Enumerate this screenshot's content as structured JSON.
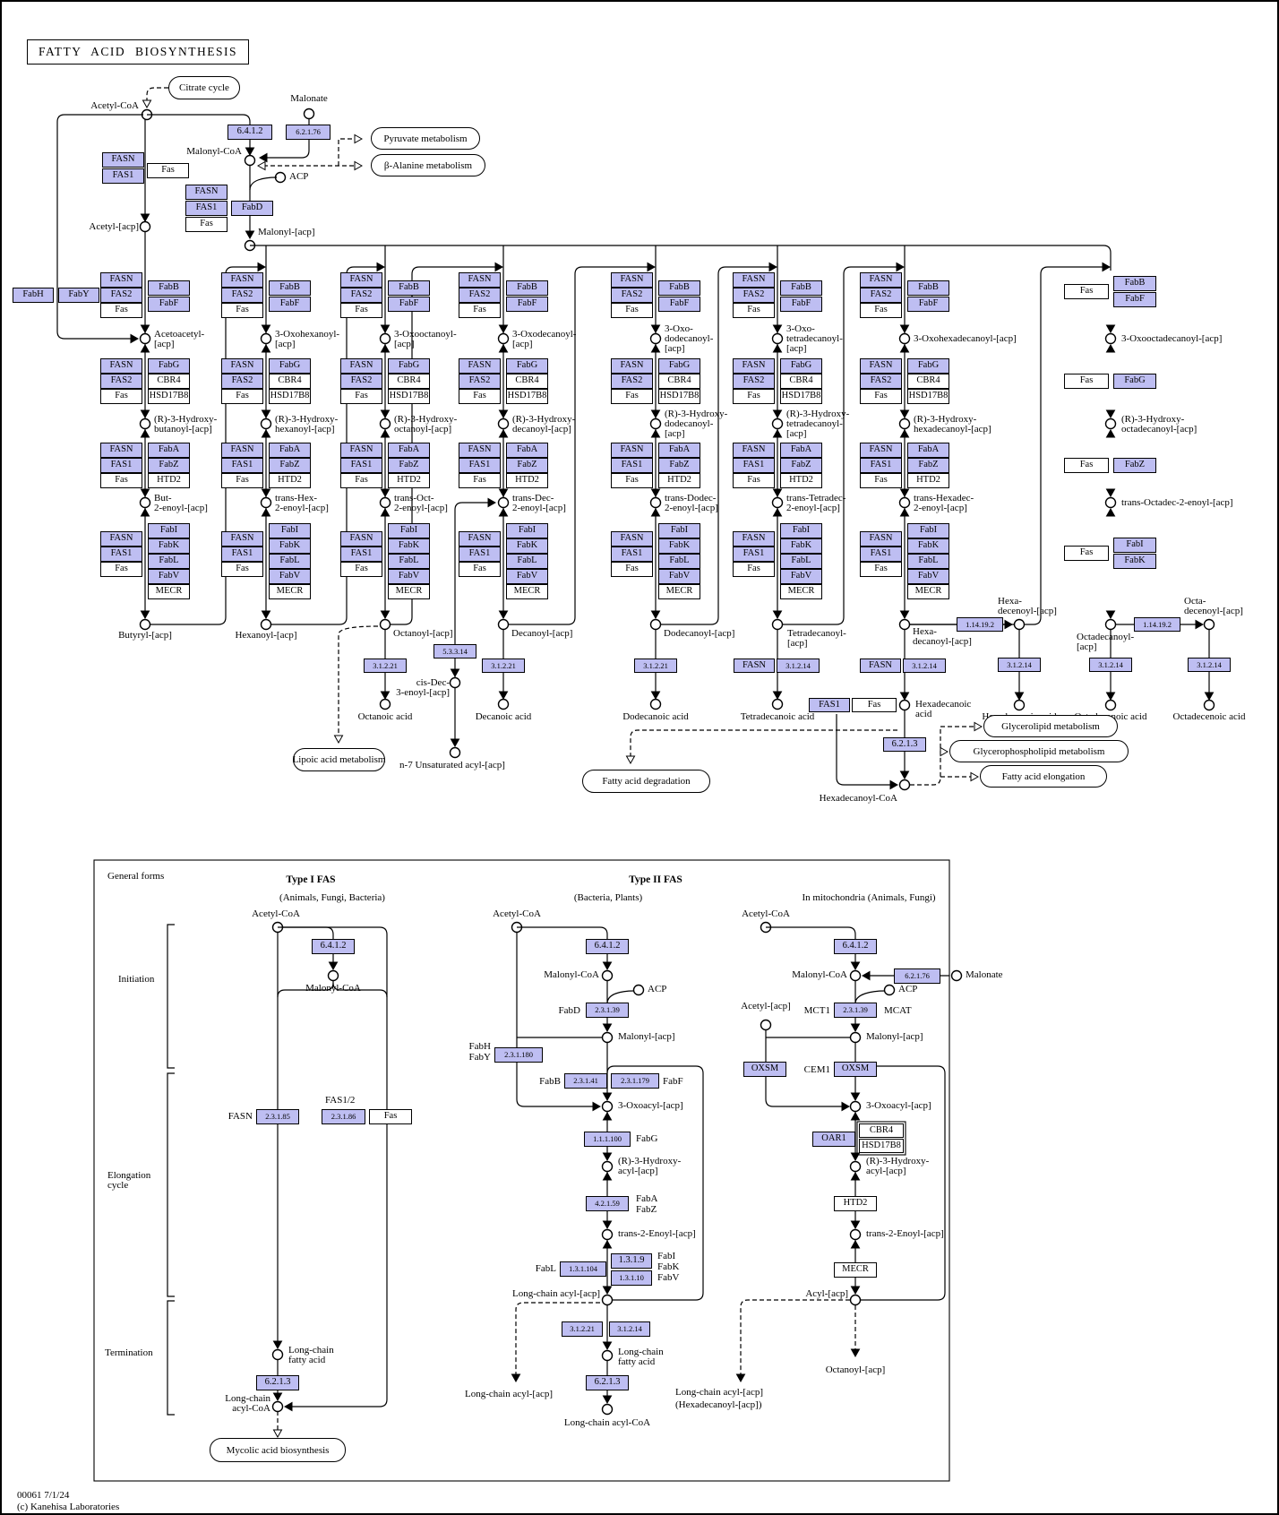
{
  "title": "FATTY ACID BIOSYNTHESIS",
  "footer": {
    "map_id": "00061 7/1/24",
    "copyright": "(c) Kanehisa Laboratories"
  },
  "colors": {
    "enzyme_fill": "#BEBEF2",
    "white_fill": "#FFFFFF",
    "line": "#000000"
  },
  "top": {
    "citrate_cycle": "Citrate cycle",
    "acetyl_coa": "Acetyl-CoA",
    "malonate": "Malonate",
    "ec_6412": "6.4.1.2",
    "ec_62176": "6.2.1.76",
    "malonyl_coa": "Malonyl-CoA",
    "pyruvate_metabolism": "Pyruvate metabolism",
    "beta_alanine_metabolism": "β-Alanine metabolism",
    "acp": "ACP",
    "acetyl_acp": "Acetyl-[acp]",
    "malonyl_acp": "Malonyl-[acp]",
    "fasn": "FASN",
    "fas1": "FAS1",
    "fas": "Fas",
    "fabd": "FabD",
    "fabh": "FabH",
    "faby": "FabY"
  },
  "stacks": {
    "s1_left": [
      "FASN",
      "FAS2",
      "Fas"
    ],
    "s1_right": [
      "FabB",
      "FabF"
    ],
    "s2_left": [
      "FASN",
      "FAS2",
      "Fas"
    ],
    "s2_right": [
      "FabG",
      "CBR4",
      "HSD17B8"
    ],
    "s3_left": [
      "FASN",
      "FAS1",
      "Fas"
    ],
    "s3_right": [
      "FabA",
      "FabZ",
      "HTD2"
    ],
    "s4_left": [
      "FASN",
      "FAS1",
      "Fas"
    ],
    "s4_right": [
      "FabI",
      "FabK",
      "FabL",
      "FabV",
      "MECR"
    ],
    "white_enzymes": [
      "Fas",
      "CBR4",
      "HSD17B8",
      "HTD2",
      "MECR"
    ],
    "col8_left": "Fas",
    "col8_r1": [
      "FabB",
      "FabF"
    ],
    "col8_r2": [
      "FabG"
    ],
    "col8_r3": [
      "FabZ"
    ],
    "col8_r4": [
      "FabI",
      "FabK"
    ]
  },
  "columns": [
    {
      "oxo": [
        "Acetoacetyl-",
        "[acp]"
      ],
      "hydroxy": [
        "(R)-3-Hydroxy-",
        "butanoyl-[acp]"
      ],
      "enoyl": [
        "But-",
        "2-enoyl-[acp]"
      ],
      "acyl": [
        "Butyryl-[acp]"
      ]
    },
    {
      "oxo": [
        "3-Oxohexanoyl-",
        "[acp]"
      ],
      "hydroxy": [
        "(R)-3-Hydroxy-",
        "hexanoyl-[acp]"
      ],
      "enoyl": [
        "trans-Hex-",
        "2-enoyl-[acp]"
      ],
      "acyl": [
        "Hexanoyl-[acp]"
      ]
    },
    {
      "oxo": [
        "3-Oxooctanoyl-",
        "[acp]"
      ],
      "hydroxy": [
        "(R)-3-Hydroxy-",
        "octanoyl-[acp]"
      ],
      "enoyl": [
        "trans-Oct-",
        "2-enoyl-[acp]"
      ],
      "acyl": [
        "Octanoyl-[acp]"
      ]
    },
    {
      "oxo": [
        "3-Oxodecanoyl-",
        "[acp]"
      ],
      "hydroxy": [
        "(R)-3-Hydroxy-",
        "decanoyl-[acp]"
      ],
      "enoyl": [
        "trans-Dec-",
        "2-enoyl-[acp]"
      ],
      "acyl": [
        "Decanoyl-[acp]"
      ]
    },
    {
      "oxo": [
        "3-Oxo-",
        "dodecanoyl-",
        "[acp]"
      ],
      "hydroxy": [
        "(R)-3-Hydroxy-",
        "dodecanoyl-",
        "[acp]"
      ],
      "enoyl": [
        "trans-Dodec-",
        "2-enoyl-[acp]"
      ],
      "acyl": [
        "Dodecanoyl-[acp]"
      ]
    },
    {
      "oxo": [
        "3-Oxo-",
        "tetradecanoyl-",
        "[acp]"
      ],
      "hydroxy": [
        "(R)-3-Hydroxy-",
        "tetradecanoyl-",
        "[acp]"
      ],
      "enoyl": [
        "trans-Tetradec-",
        "2-enoyl-[acp]"
      ],
      "acyl": [
        "Tetradecanoyl-",
        "[acp]"
      ]
    },
    {
      "oxo": [
        "3-Oxohexadecanoyl-[acp]"
      ],
      "hydroxy": [
        "(R)-3-Hydroxy-",
        "hexadecanoyl-[acp]"
      ],
      "enoyl": [
        "trans-Hexadec-",
        "2-enoyl-[acp]"
      ],
      "acyl": [
        "Hexa-",
        "decanoyl-[acp]"
      ]
    },
    {
      "oxo": [
        "3-Oxooctadecanoyl-[acp]"
      ],
      "hydroxy": [
        "(R)-3-Hydroxy-",
        "octadecanoyl-[acp]"
      ],
      "enoyl": [
        "trans-Octadec-2-enoyl-[acp]"
      ],
      "acyl": [
        "Octadecanoyl-",
        "[acp]"
      ]
    }
  ],
  "lower": {
    "ec_31221": "3.1.2.21",
    "ec_53314": "5.3.3.14",
    "ec_31214": "3.1.2.14",
    "ec_114192": "1.14.19.2",
    "ec_6213": "6.2.1.3",
    "fasn": "FASN",
    "fas1": "FAS1",
    "fas": "Fas",
    "cis_dec": [
      "cis-Dec-",
      "3-enoyl-[acp]"
    ],
    "n7": "n-7 Unsaturated acyl-[acp]",
    "octanoic": "Octanoic acid",
    "decanoic": "Decanoic acid",
    "dodecanoic": "Dodecanoic acid",
    "tetradecanoic": "Tetradecanoic acid",
    "hexadecanoic": [
      "Hexadecanoic",
      "acid"
    ],
    "hexadecenoyl": [
      "Hexa-",
      "decenoyl-[acp]"
    ],
    "hexadecenoic": "Hexadecenoic acid",
    "octadecenoyl": [
      "Octa-",
      "decenoyl-[acp]"
    ],
    "octadecanoic": "Octadecanoic acid",
    "octadecenoic": "Octadecenoic acid",
    "hexadecanoyl_coa": "Hexadecanoyl-CoA",
    "lipoic": "Lipoic acid metabolism",
    "degradation": "Fatty acid degradation",
    "glycerolipid": "Glycerolipid metabolism",
    "glycerophospholipid": "Glycerophospholipid metabolism",
    "elongation": "Fatty acid elongation"
  },
  "gf": {
    "general_forms": "General forms",
    "sections": {
      "initiation": "Initiation",
      "elongation": [
        "Elongation",
        "cycle"
      ],
      "termination": "Termination"
    },
    "t1": {
      "header": "Type I FAS",
      "sub": "(Animals, Fungi, Bacteria)",
      "acetyl_coa": "Acetyl-CoA",
      "ec_6412": "6.4.1.2",
      "malonyl_coa": "Malonyl-CoA",
      "fasn": "FASN",
      "ec_23185": "2.3.1.85",
      "fas12": "FAS1/2",
      "ec_23186": "2.3.1.86",
      "fas": "Fas",
      "lcfa": [
        "Long-chain",
        "fatty acid"
      ],
      "ec_6213": "6.2.1.3",
      "lc_acyl_coa": [
        "Long-chain",
        "acyl-CoA"
      ],
      "mycolic": "Mycolic acid biosynthesis"
    },
    "t2": {
      "header": "Type II FAS",
      "sub": "(Bacteria, Plants)",
      "acetyl_coa": "Acetyl-CoA",
      "ec_6412": "6.4.1.2",
      "malonyl_coa": "Malonyl-CoA",
      "acp": "ACP",
      "fabd": "FabD",
      "ec_23139": "2.3.1.39",
      "malonyl_acp": "Malonyl-[acp]",
      "fabh": "FabH",
      "faby": "FabY",
      "ec_231180": "2.3.1.180",
      "fabb": "FabB",
      "ec_23141": "2.3.1.41",
      "ec_231179": "2.3.1.179",
      "fabf": "FabF",
      "oxoacyl": "3-Oxoacyl-[acp]",
      "ec_111100": "1.1.1.100",
      "fabg": "FabG",
      "hydroxy": [
        "(R)-3-Hydroxy-",
        "acyl-[acp]"
      ],
      "ec_42159": "4.2.1.59",
      "faba": "FabA",
      "fabz": "FabZ",
      "trans": "trans-2-Enoyl-[acp]",
      "fabl": "FabL",
      "ec_131104": "1.3.1.104",
      "ec_1319": "1.3.1.9",
      "fabi": "FabI",
      "ec_13110": "1.3.1.10",
      "fabk": "FabK",
      "fabv": "FabV",
      "lc_acyl_acp": "Long-chain acyl-[acp]",
      "ec_31221": "3.1.2.21",
      "ec_31214": "3.1.2.14",
      "lcfa": [
        "Long-chain",
        "fatty acid"
      ],
      "ec_6213": "6.2.1.3",
      "lc_acyl_coa": "Long-chain acyl-CoA",
      "lc_acyl_acp_dash": "Long-chain acyl-[acp]"
    },
    "mt": {
      "header": "In mitochondria (Animals, Fungi)",
      "acetyl_coa": "Acetyl-CoA",
      "ec_6412": "6.4.1.2",
      "malonyl_coa": "Malonyl-CoA",
      "ec_62176": "6.2.1.76",
      "malonate": "Malonate",
      "acp": "ACP",
      "acetyl_acp": "Acetyl-[acp]",
      "mct1": "MCT1",
      "ec_23139": "2.3.1.39",
      "mcat": "MCAT",
      "malonyl_acp": "Malonyl-[acp]",
      "oxsm": "OXSM",
      "cem1": "CEM1",
      "oxoacyl": "3-Oxoacyl-[acp]",
      "oar1": "OAR1",
      "cbr4": "CBR4",
      "hsd17b8": "HSD17B8",
      "hydroxy": [
        "(R)-3-Hydroxy-",
        "acyl-[acp]"
      ],
      "htd2": "HTD2",
      "trans": "trans-2-Enoyl-[acp]",
      "mecr": "MECR",
      "acyl_acp": "Acyl-[acp]",
      "octanoyl": "Octanoyl-[acp]",
      "lc1": "Long-chain acyl-[acp]",
      "lc2": "(Hexadecanoyl-[acp])"
    }
  }
}
